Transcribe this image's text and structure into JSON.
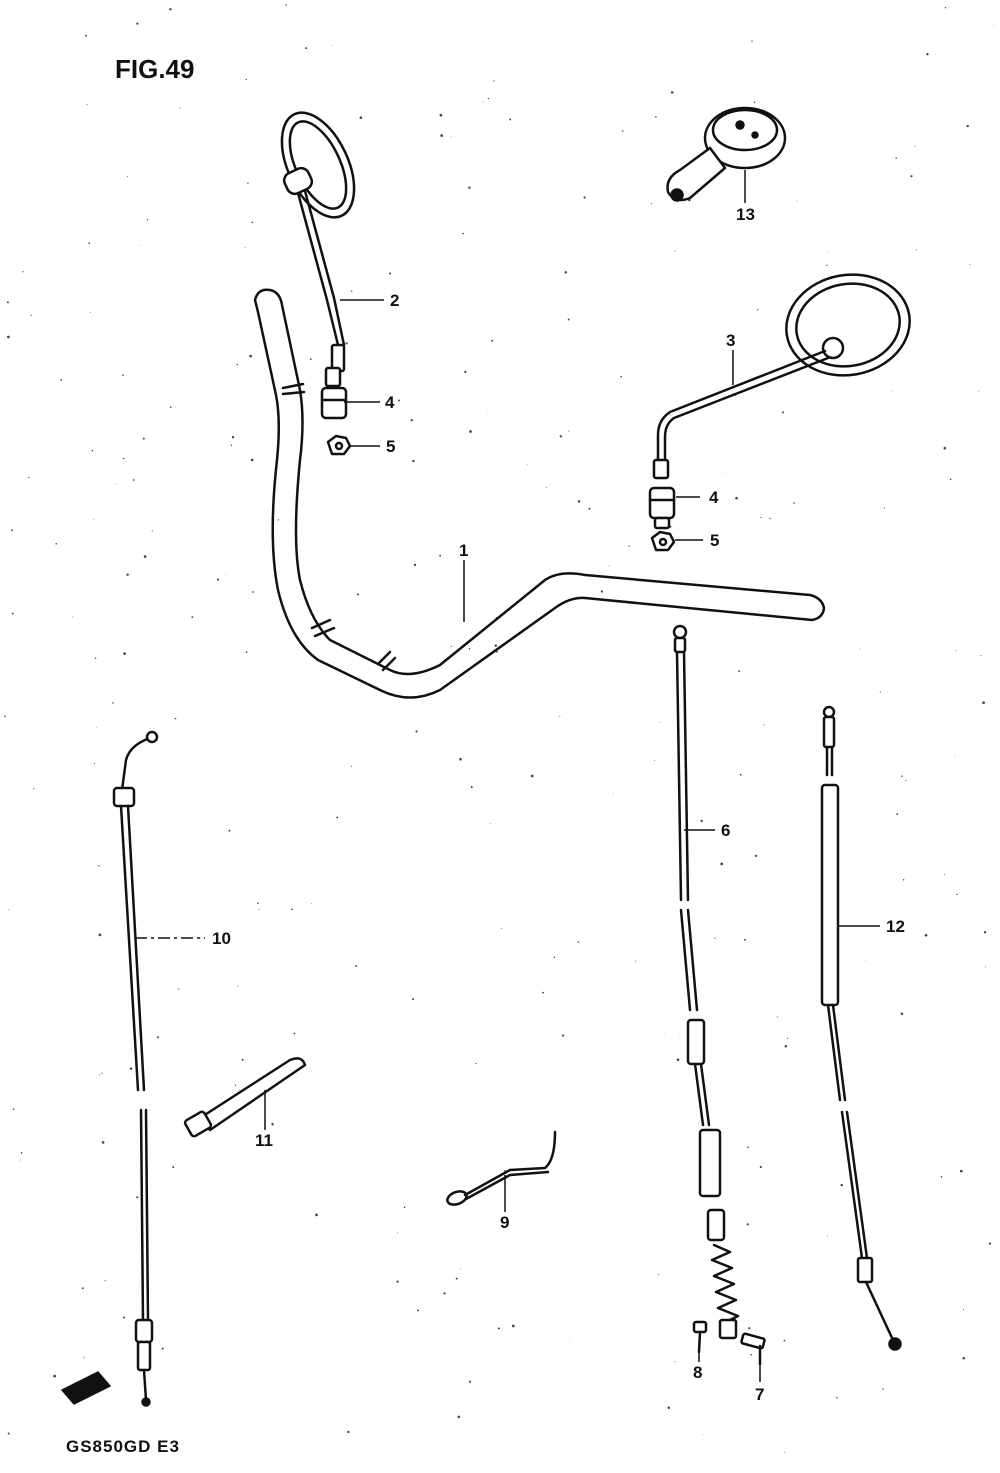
{
  "figure": {
    "title": "FIG.49",
    "model_code": "GS850GD E3"
  },
  "callouts": [
    {
      "id": "1",
      "label": "1"
    },
    {
      "id": "2",
      "label": "2"
    },
    {
      "id": "3",
      "label": "3"
    },
    {
      "id": "4a",
      "label": "4"
    },
    {
      "id": "4b",
      "label": "4"
    },
    {
      "id": "5a",
      "label": "5"
    },
    {
      "id": "5b",
      "label": "5"
    },
    {
      "id": "6",
      "label": "6"
    },
    {
      "id": "7",
      "label": "7"
    },
    {
      "id": "8",
      "label": "8"
    },
    {
      "id": "9",
      "label": "9"
    },
    {
      "id": "10",
      "label": "10"
    },
    {
      "id": "11",
      "label": "11"
    },
    {
      "id": "12",
      "label": "12"
    },
    {
      "id": "13",
      "label": "13"
    }
  ],
  "colors": {
    "ink": "#111111",
    "paper": "#ffffff"
  }
}
